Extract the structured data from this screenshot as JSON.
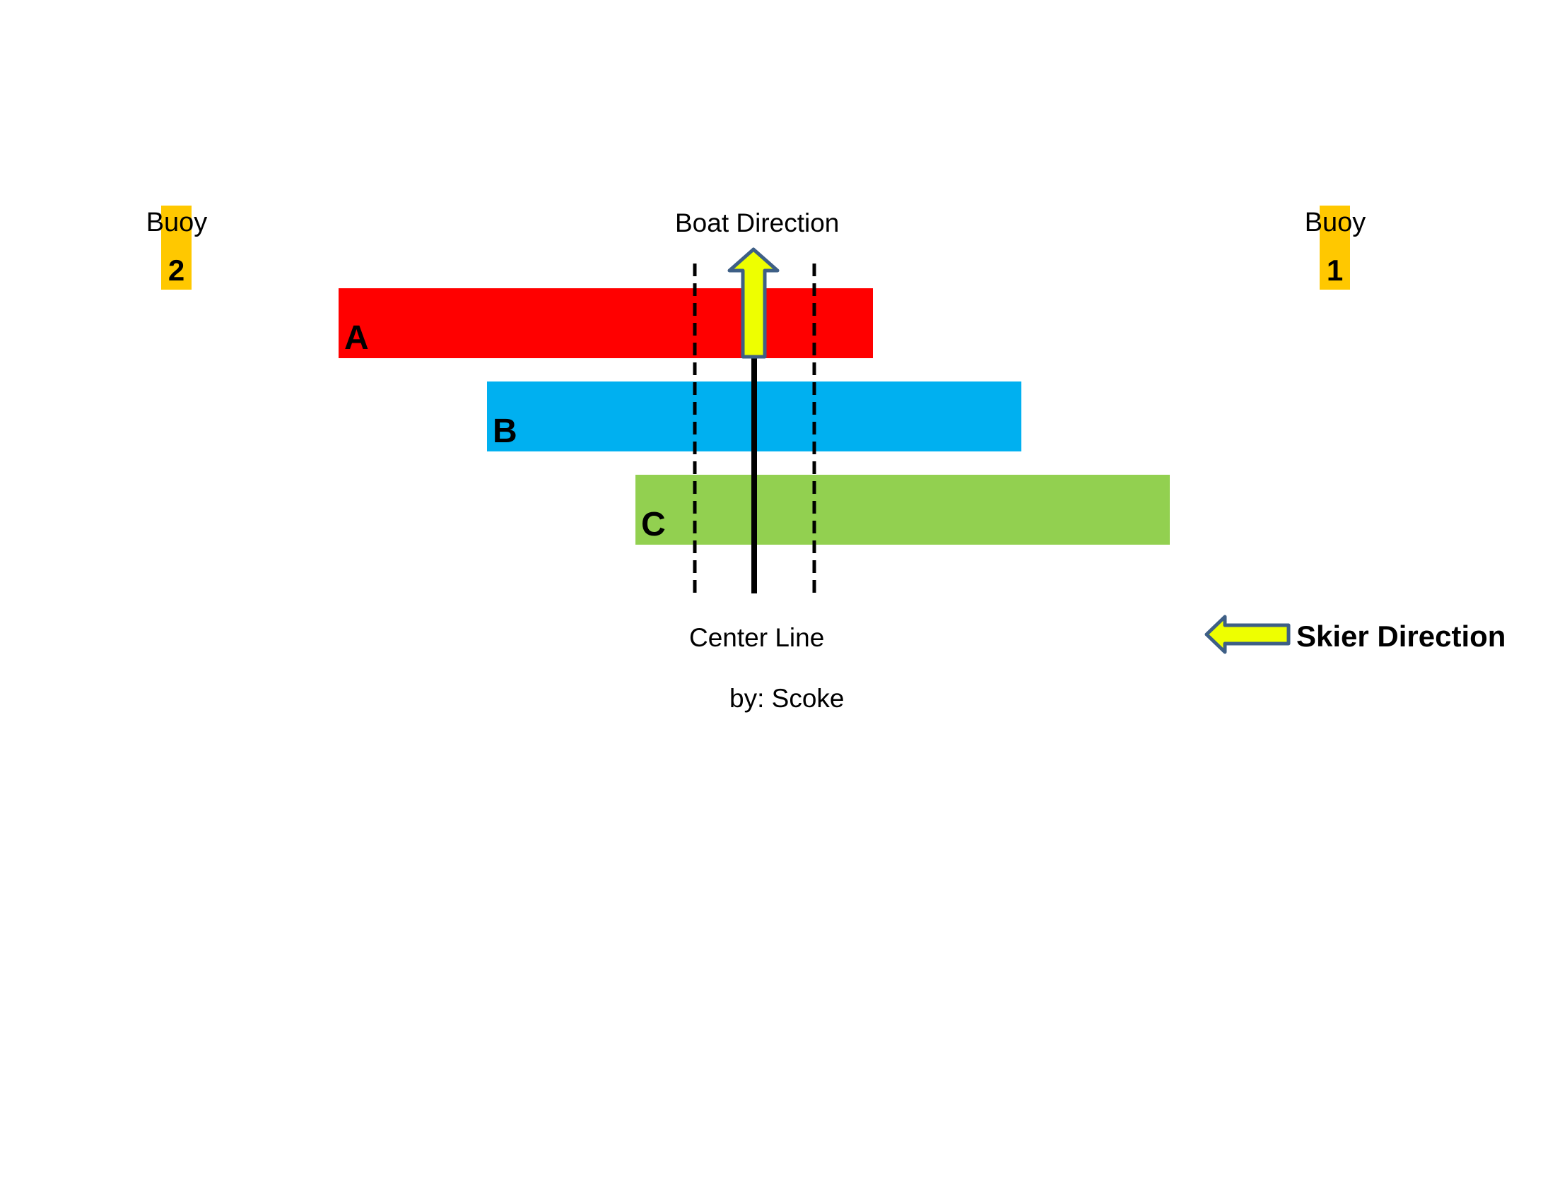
{
  "colors": {
    "buoy": "#FFC800",
    "lane_a": "#FF0000",
    "lane_b": "#00B0F0",
    "lane_c": "#92D050",
    "arrow_fill": "#EEFF00",
    "arrow_outline": "#3E5F86",
    "line": "#000000"
  },
  "buoys": [
    {
      "label": "Buoy",
      "number": "2"
    },
    {
      "label": "Buoy",
      "number": "1"
    }
  ],
  "lanes": [
    {
      "letter": "A"
    },
    {
      "letter": "B"
    },
    {
      "letter": "C"
    }
  ],
  "labels": {
    "boat_direction": "Boat Direction",
    "center_line": "Center Line",
    "skier_direction": "Skier Direction",
    "author": "by: Scoke"
  },
  "icons": {
    "boat_arrow": "arrow-up-icon",
    "skier_arrow": "arrow-left-icon"
  }
}
